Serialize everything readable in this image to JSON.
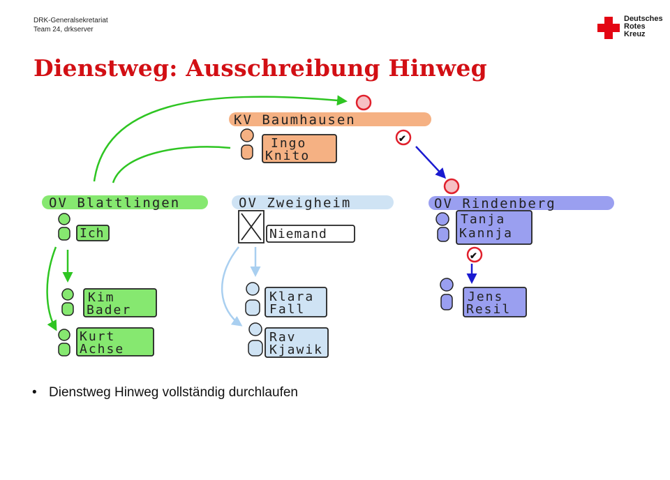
{
  "header": {
    "line1": "DRK-Generalsekretariat",
    "line2": "Team 24, drkserver"
  },
  "logo": {
    "line1": "Deutsches",
    "line2": "Rotes",
    "line3": "Kreuz",
    "color": "#e30613"
  },
  "title": "Dienstweg: Ausschreibung Hinweg",
  "diagram": {
    "kv": {
      "name": "KV Baumhausen",
      "person_first": "Ingo",
      "person_last": "Knito",
      "color": "#f5b183"
    },
    "ov1": {
      "name": "OV Blattlingen",
      "color": "#86e870",
      "head": "Ich",
      "m1_first": "Kim",
      "m1_last": "Bader",
      "m2_first": "Kurt",
      "m2_last": "Achse"
    },
    "ov2": {
      "name": "OV Zweigheim",
      "color": "#cfe3f4",
      "head": "Niemand",
      "m1_first": "Klara",
      "m1_last": "Fall",
      "m2_first": "Rav",
      "m2_last": "Kjawik"
    },
    "ov3": {
      "name": "OV Rindenberg",
      "color": "#9a9ff0",
      "head_first": "Tanja",
      "head_last": "Kannja",
      "m1_first": "Jens",
      "m1_last": "Resil"
    }
  },
  "bullets": [
    "Dienstweg Hinweg vollständig durchlaufen"
  ]
}
